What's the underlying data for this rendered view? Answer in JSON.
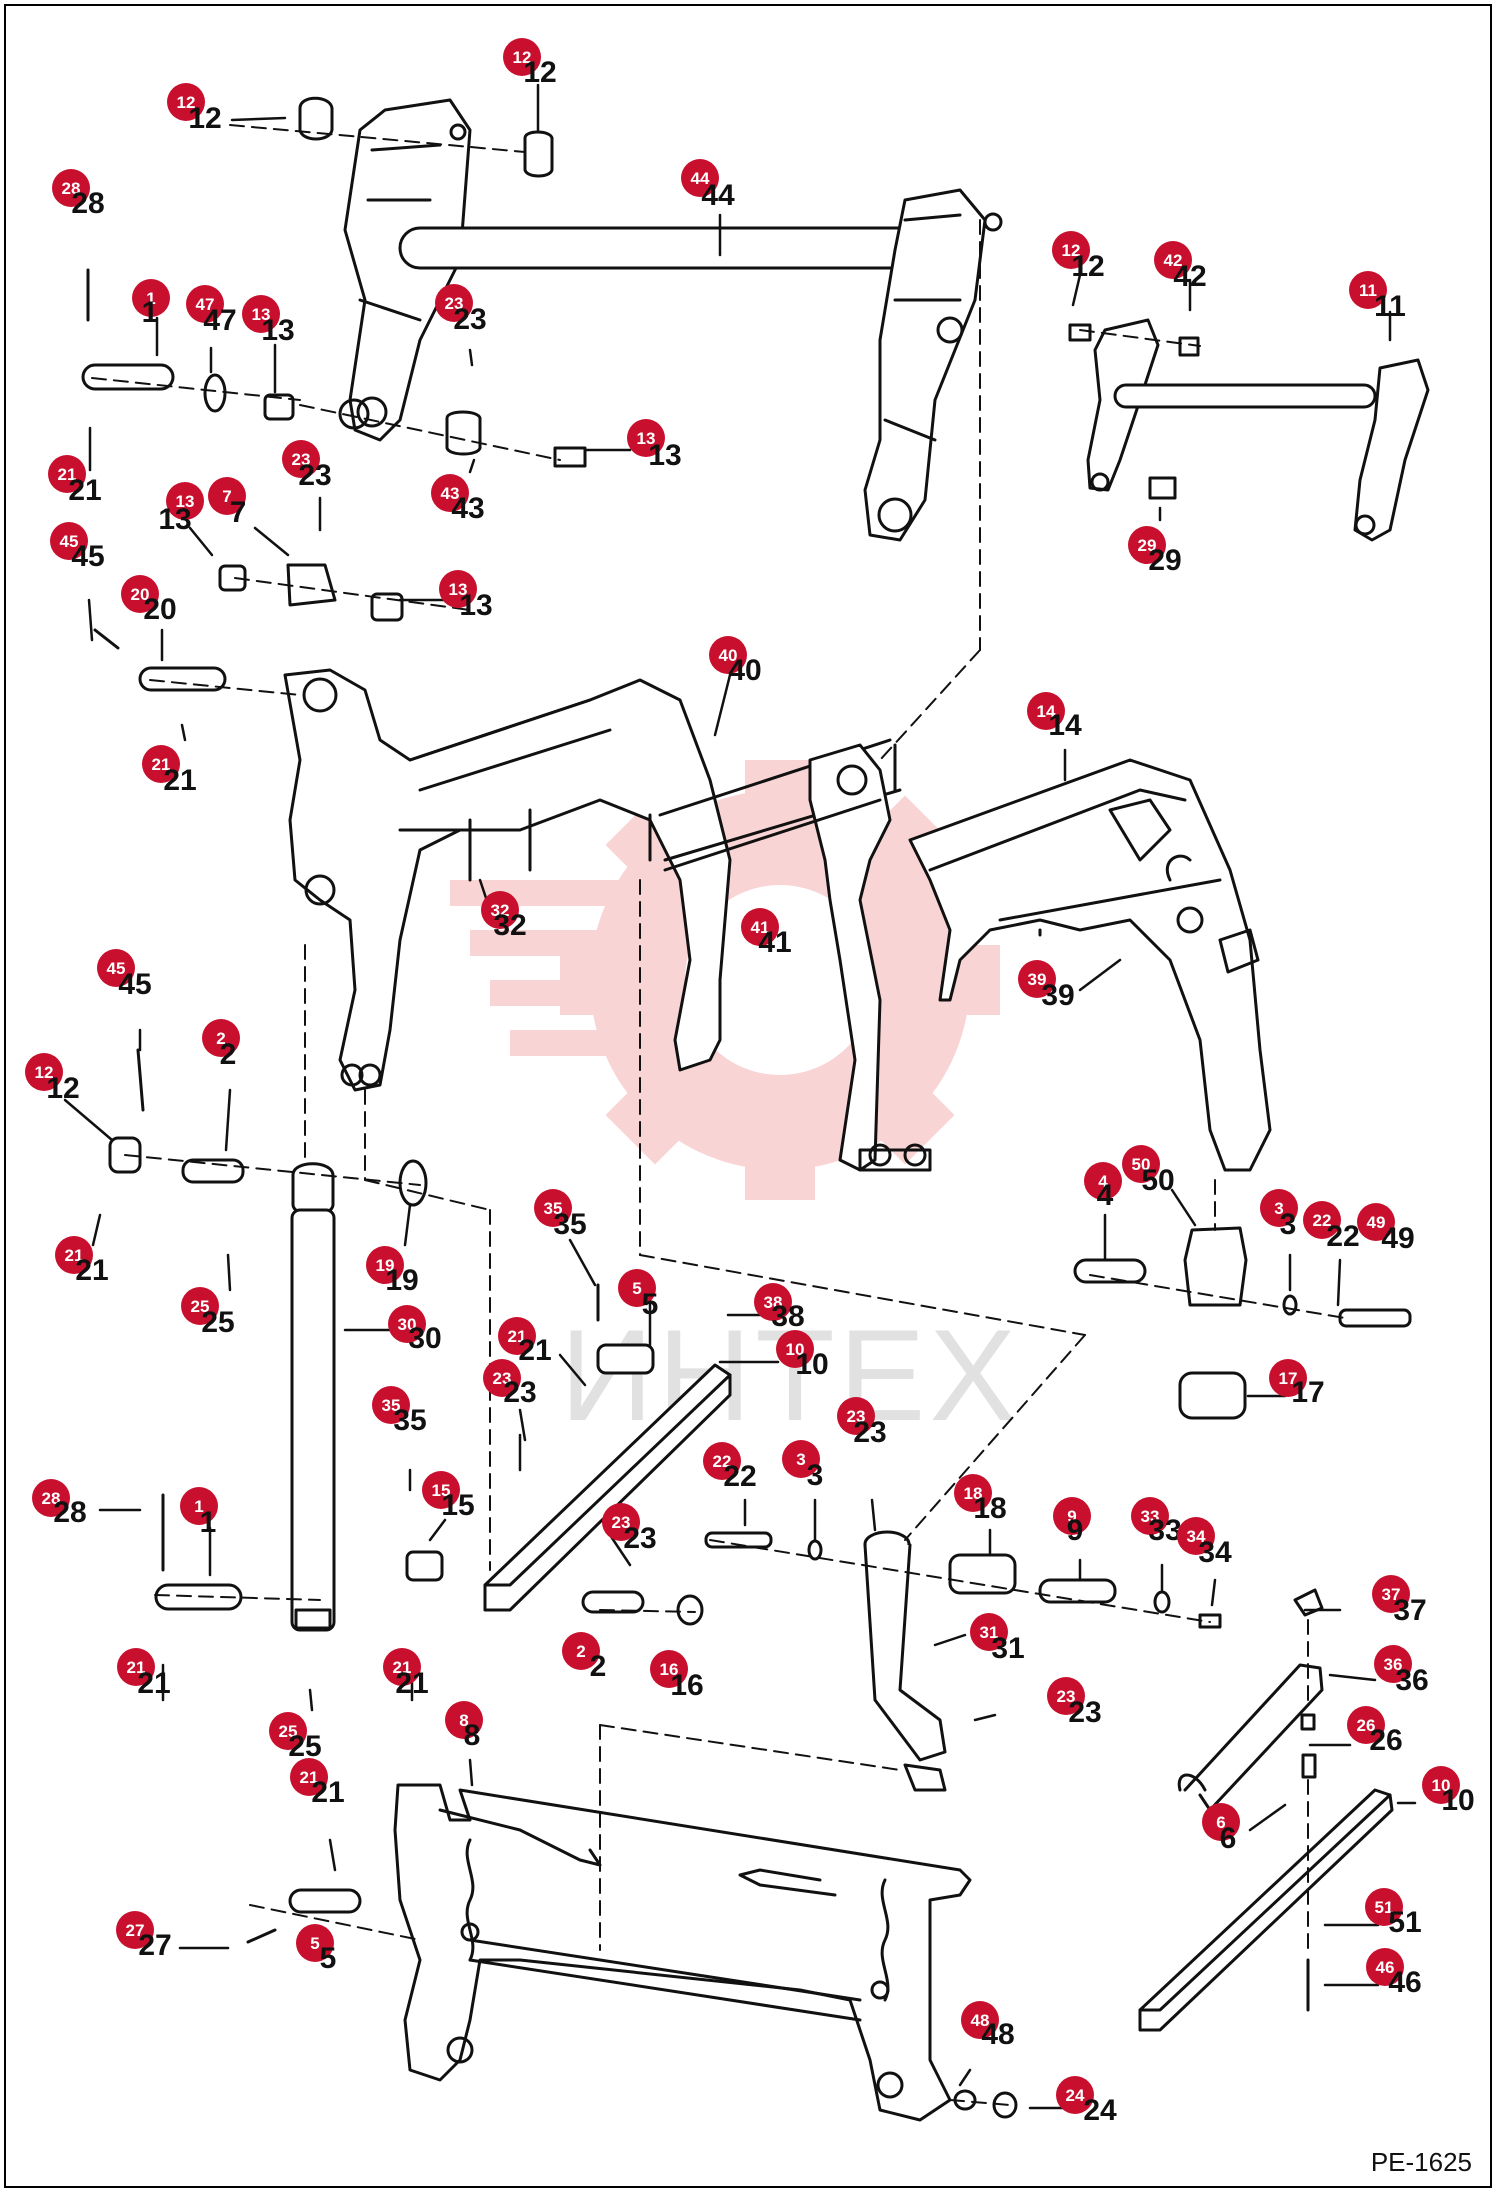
{
  "drawing_code": "PE-1625",
  "watermark_text": "ИНТЕХ",
  "colors": {
    "bubble": "#c8102e",
    "line": "#111111",
    "watermark": "#f2a5a5"
  },
  "callouts": [
    {
      "n": "12"
    },
    {
      "n": "12"
    },
    {
      "n": "44"
    },
    {
      "n": "28"
    },
    {
      "n": "1"
    },
    {
      "n": "47"
    },
    {
      "n": "13"
    },
    {
      "n": "23"
    },
    {
      "n": "21"
    },
    {
      "n": "43"
    },
    {
      "n": "13"
    },
    {
      "n": "13"
    },
    {
      "n": "7"
    },
    {
      "n": "23"
    },
    {
      "n": "13"
    },
    {
      "n": "45"
    },
    {
      "n": "20"
    },
    {
      "n": "21"
    },
    {
      "n": "12"
    },
    {
      "n": "42"
    },
    {
      "n": "11"
    },
    {
      "n": "29"
    },
    {
      "n": "40"
    },
    {
      "n": "14"
    },
    {
      "n": "32"
    },
    {
      "n": "41"
    },
    {
      "n": "39"
    },
    {
      "n": "45"
    },
    {
      "n": "12"
    },
    {
      "n": "2"
    },
    {
      "n": "21"
    },
    {
      "n": "25"
    },
    {
      "n": "19"
    },
    {
      "n": "30"
    },
    {
      "n": "4"
    },
    {
      "n": "50"
    },
    {
      "n": "3"
    },
    {
      "n": "22"
    },
    {
      "n": "49"
    },
    {
      "n": "35"
    },
    {
      "n": "5"
    },
    {
      "n": "38"
    },
    {
      "n": "21"
    },
    {
      "n": "10"
    },
    {
      "n": "23"
    },
    {
      "n": "17"
    },
    {
      "n": "35"
    },
    {
      "n": "15"
    },
    {
      "n": "28"
    },
    {
      "n": "1"
    },
    {
      "n": "23"
    },
    {
      "n": "22"
    },
    {
      "n": "3"
    },
    {
      "n": "23"
    },
    {
      "n": "18"
    },
    {
      "n": "9"
    },
    {
      "n": "33"
    },
    {
      "n": "34"
    },
    {
      "n": "21"
    },
    {
      "n": "21"
    },
    {
      "n": "2"
    },
    {
      "n": "16"
    },
    {
      "n": "31"
    },
    {
      "n": "37"
    },
    {
      "n": "36"
    },
    {
      "n": "23"
    },
    {
      "n": "25"
    },
    {
      "n": "26"
    },
    {
      "n": "8"
    },
    {
      "n": "21"
    },
    {
      "n": "10"
    },
    {
      "n": "6"
    },
    {
      "n": "27"
    },
    {
      "n": "5"
    },
    {
      "n": "51"
    },
    {
      "n": "46"
    },
    {
      "n": "48"
    },
    {
      "n": "24"
    }
  ]
}
